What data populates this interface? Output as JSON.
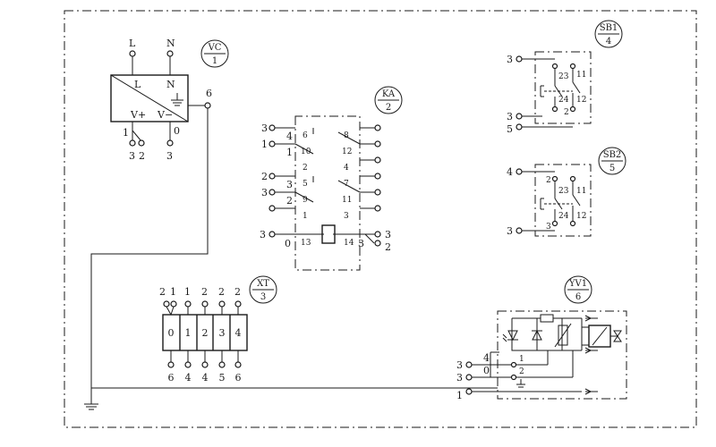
{
  "border_color": "#1a1a1a",
  "vc": {
    "tag_top": "VC",
    "tag_bottom": "1",
    "top_L": "L",
    "top_N": "N",
    "in_L": "L",
    "in_N": "N",
    "in_vp": "V+",
    "in_vm": "V−",
    "out_6": "6",
    "pin_1": "1",
    "pin_0": "0",
    "bot_3a": "3",
    "bot_2": "2",
    "bot_3b": "3"
  },
  "ka": {
    "tag_top": "KA",
    "tag_bottom": "2",
    "left_wires": [
      "3",
      "1",
      "2",
      "3"
    ],
    "left_in": [
      "4",
      "1",
      "3",
      "2"
    ],
    "left_pins": [
      "6",
      "10",
      "2",
      "5",
      "9",
      "1"
    ],
    "right_pins": [
      "8",
      "12",
      "4",
      "7",
      "11",
      "3"
    ],
    "coil_left_wire": "3",
    "coil_left_pin": "0",
    "coil_num_l": "13",
    "coil_num_r": "14",
    "coil_right_pin": "3",
    "coil_out_top": "3",
    "coil_out_bot": "2"
  },
  "sb1": {
    "tag_top": "SB1",
    "tag_bottom": "4",
    "wire_top": "3",
    "wire_mid": "3",
    "wire_bot": "5",
    "c23": "23",
    "c24": "24",
    "c11": "11",
    "c12": "12",
    "c2": "2"
  },
  "sb2": {
    "tag_top": "SB2",
    "tag_bottom": "5",
    "wire_top": "4",
    "wire_bot": "3",
    "c2": "2",
    "c23": "23",
    "c24": "24",
    "c11": "11",
    "c12": "12",
    "c3": "3"
  },
  "xt": {
    "tag_top": "XT",
    "tag_bottom": "3",
    "cells": [
      "0",
      "1",
      "2",
      "3",
      "4"
    ],
    "top_labels": [
      "2",
      "1",
      "1",
      "2",
      "2",
      "2"
    ],
    "bottom_labels": [
      "6",
      "4",
      "4",
      "5",
      "6"
    ]
  },
  "yv": {
    "tag_top": "YV1",
    "tag_bottom": "6",
    "wire_a": "3",
    "wire_b": "3",
    "wire_c": "1",
    "in_4": "4",
    "in_0": "0",
    "p1": "1",
    "p2": "2"
  }
}
